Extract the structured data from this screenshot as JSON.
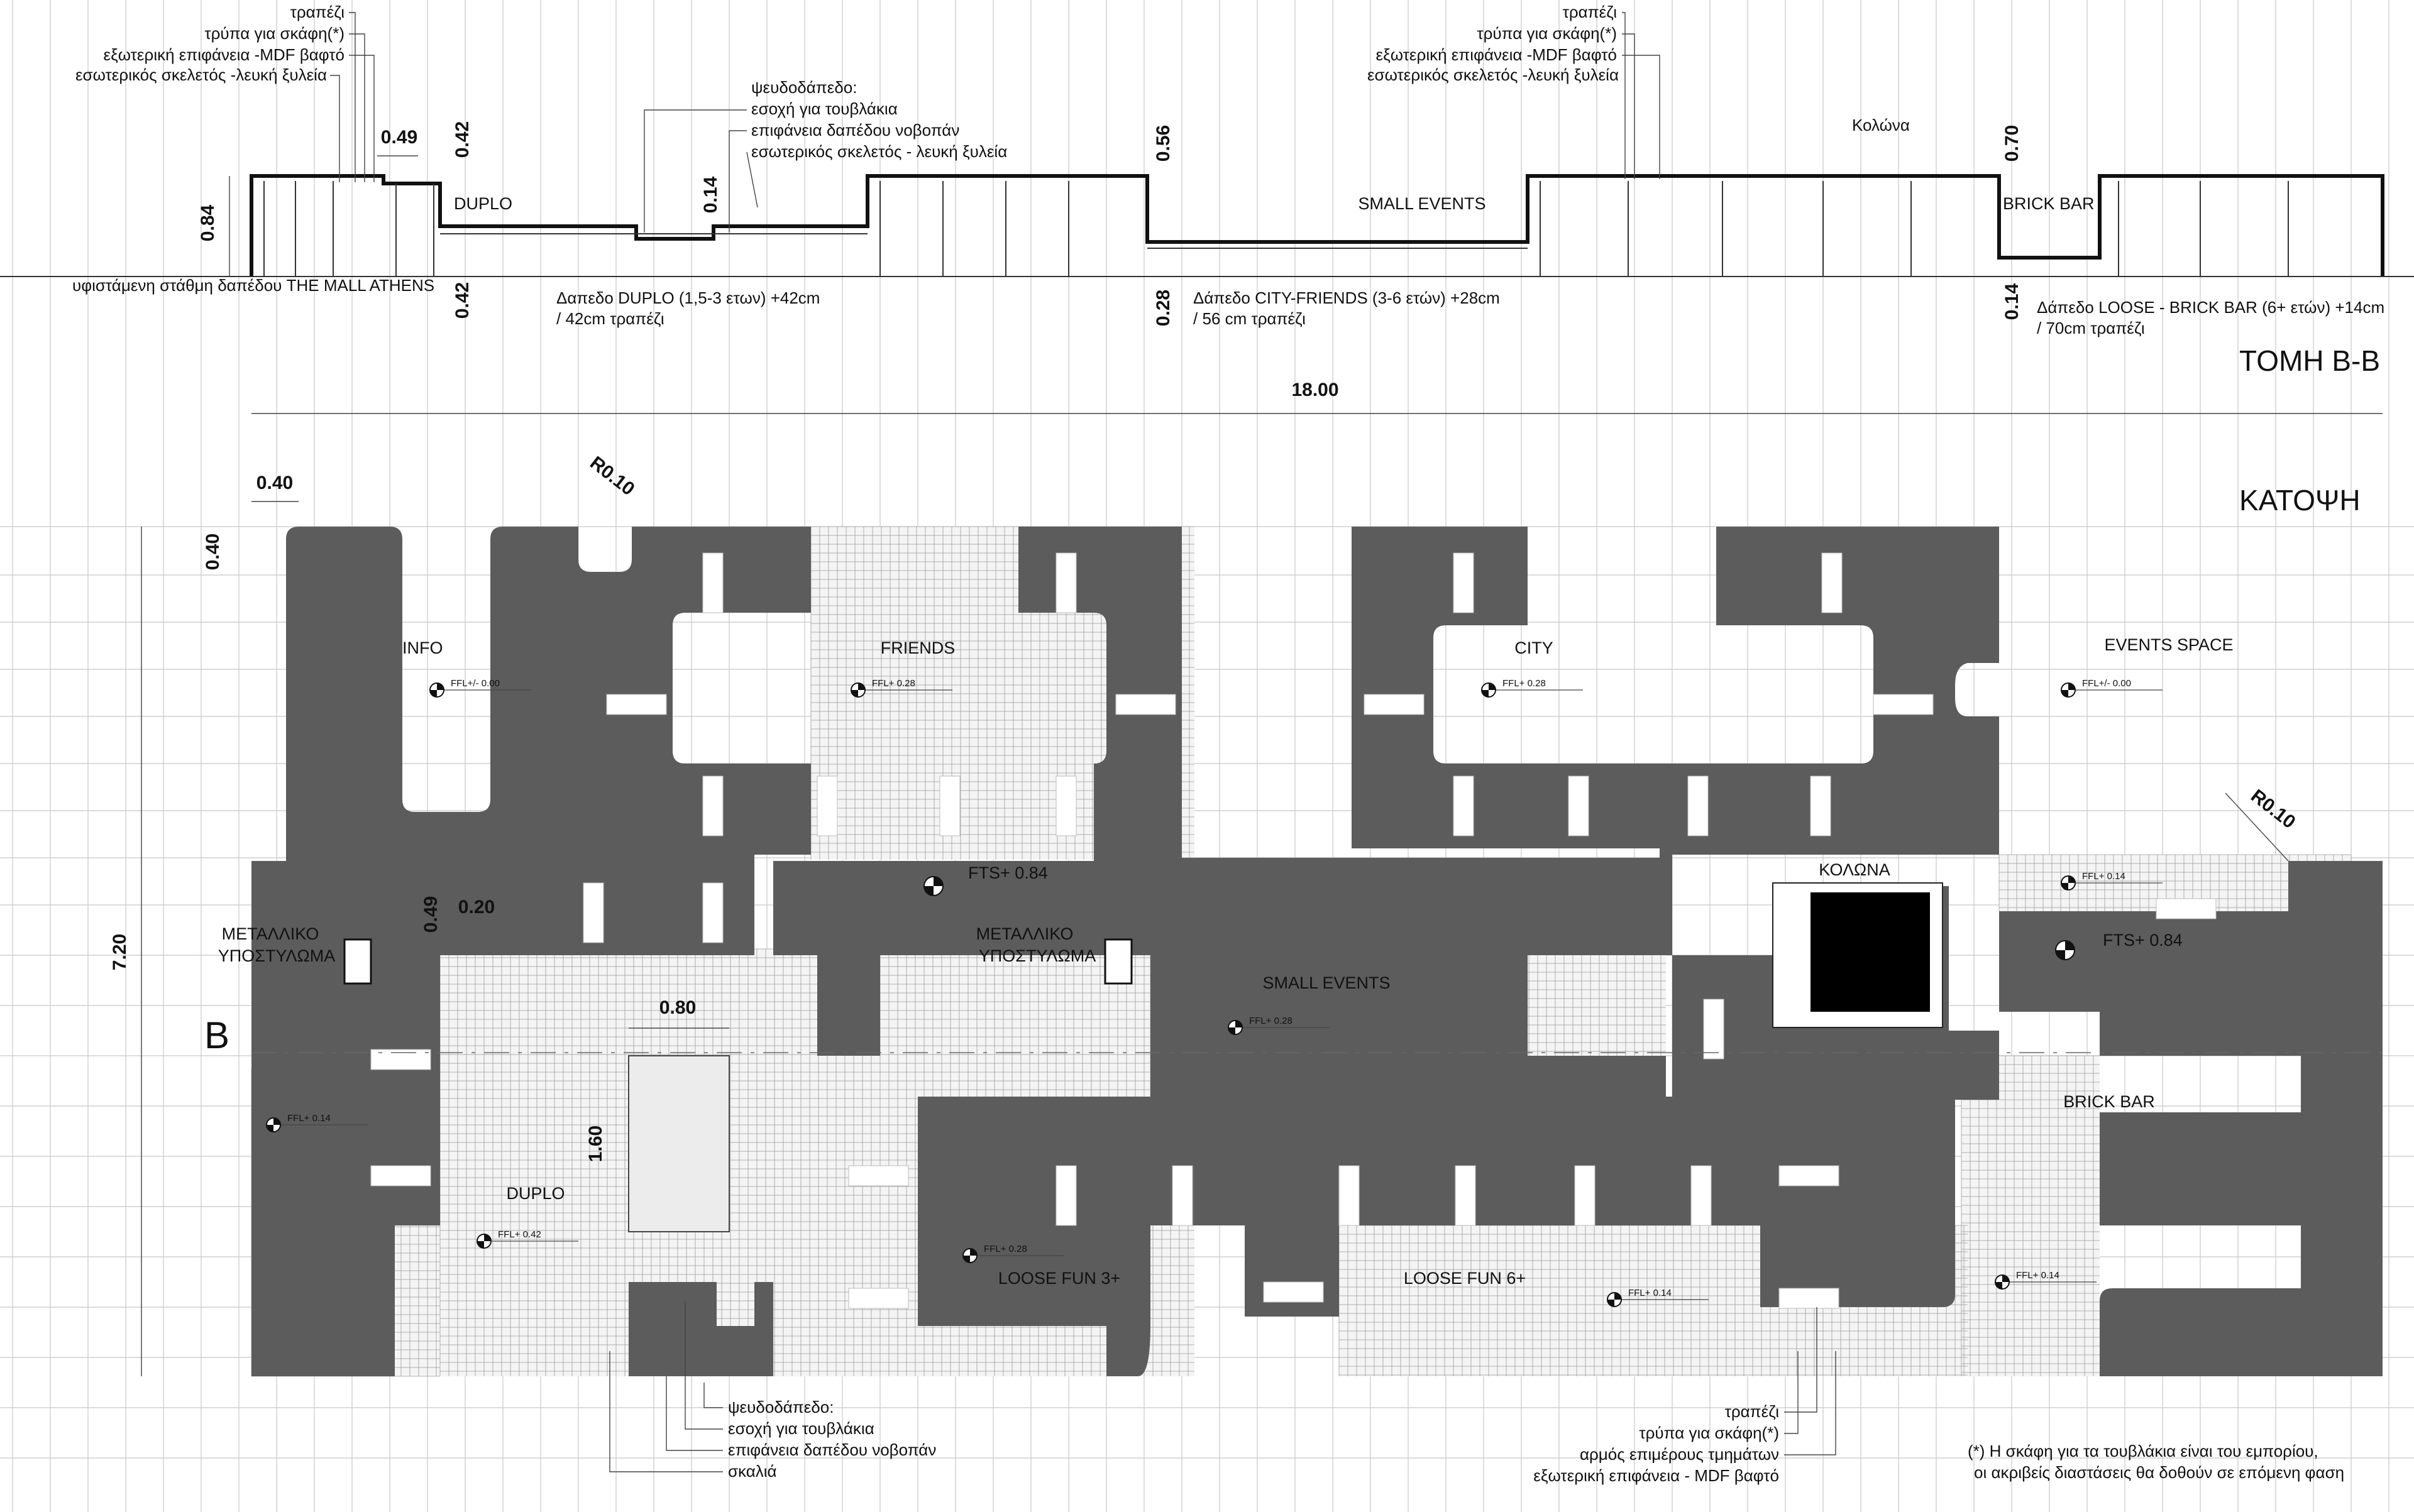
{
  "section": {
    "title": "ΤΟΜΗ Β-Β",
    "notes_left": [
      "τραπέζι",
      "τρύπα για σκάφη(*)",
      "εξωτερική επιφάνεια -MDF βαφτό",
      "εσωτερικός σκελετός -λευκή ξυλεία"
    ],
    "notes_center": [
      "τραπέζι",
      "τρύπα για σκάφη(*)",
      "εξωτερική επιφάνεια -MDF βαφτό",
      "εσωτερικός σκελετός -λευκή ξυλεία"
    ],
    "notes_pseudo": [
      "ψευδοδάπεδο:",
      "εσοχή για τουβλάκια",
      "επιφάνεια δαπέδου νοβοπάν",
      "εσωτερικός σκελετός - λευκή ξυλεία"
    ],
    "column_label": "Κολώνα",
    "zone_duplo": "DUPLO",
    "zone_small_events": "SMALL EVENTS",
    "zone_brick_bar": "BRICK BAR",
    "existing_floor": "υφιστάμενη στάθμη δαπέδου THE MALL ATHENS",
    "floor_duplo": [
      "Δαπεδο DUPLO (1,5-3 ετων) +42cm",
      "/ 42cm τραπέζι"
    ],
    "floor_city": [
      "Δάπεδο CITY-FRIENDS (3-6 ετών) +28cm",
      "/ 56 cm τραπέζι"
    ],
    "floor_loose": [
      "Δάπεδο LOOSE - BRICK BAR (6+ ετών) +14cm",
      "/ 70cm τραπέζι"
    ],
    "dims": {
      "d049": "0.49",
      "d042a": "0.42",
      "d084": "0.84",
      "d014a": "0.14",
      "d056": "0.56",
      "d070": "0.70",
      "d042b": "0.42",
      "d028": "0.28",
      "d014b": "0.14",
      "d1800": "18.00"
    }
  },
  "plan": {
    "title": "ΚΑΤΟΨΗ",
    "section_marker": "B",
    "dims": {
      "d040a": "0.40",
      "d040b": "0.40",
      "r010a": "R0.10",
      "r010b": "R0.10",
      "d720": "7.20",
      "d049": "0.49",
      "d020": "0.20",
      "d080": "0.80",
      "d160": "1.60"
    },
    "zones": {
      "info": "INFO",
      "friends": "FRIENDS",
      "city": "CITY",
      "events_space": "EVENTS SPACE",
      "kolona": "ΚΟΛΩΝΑ",
      "metal_col_left": [
        "ΜΕΤΑΛΛΙΚΟ",
        "ΥΠΟΣΤΥΛΩΜΑ"
      ],
      "metal_col_center": [
        "ΜΕΤΑΛΛΙΚΟ",
        "ΥΠΟΣΤΥΛΩΜΑ"
      ],
      "small_events": "SMALL EVENTS",
      "brick_bar": "BRICK BAR",
      "duplo": "DUPLO",
      "loose_fun_3": "LOOSE  FUN 3+",
      "loose_fun_6": "LOOSE  FUN 6+"
    },
    "levels": {
      "info": "FFL+/- 0.00",
      "friends": "FFL+ 0.28",
      "city": "FFL+ 0.28",
      "events": "FFL+/- 0.00",
      "bar_top": "FFL+ 0.14",
      "small_events": "FFL+ 0.28",
      "left_edge": "FFL+ 0.14",
      "duplo": "FFL+ 0.42",
      "loose3": "FFL+ 0.28",
      "loose6": "FFL+ 0.14",
      "brick_bar": "FFL+ 0.14"
    },
    "fts_center": "FTS+ 0.84",
    "fts_right": "FTS+ 0.84",
    "notes_bottom_left": [
      "ψευδοδάπεδο:",
      "εσοχή για τουβλάκια",
      "επιφάνεια δαπέδου νοβοπάν",
      "σκαλιά"
    ],
    "notes_bottom_right": [
      "τραπέζι",
      "τρύπα για σκάφη(*)",
      "αρμός επιμέρους τμημάτων",
      "εξωτερική επιφάνεια - MDF βαφτό"
    ],
    "footnote": [
      "(*) Η σκάφη για τα  τουβλάκια είναι του εμπορίου,",
      "οι ακριβείς διαστάσεις θα δοθούν σε επόμενη φαση"
    ]
  },
  "colors": {
    "block": "#5c5c5c",
    "column": "#000000",
    "grid": "#c8c8c8",
    "ink": "#111111"
  }
}
